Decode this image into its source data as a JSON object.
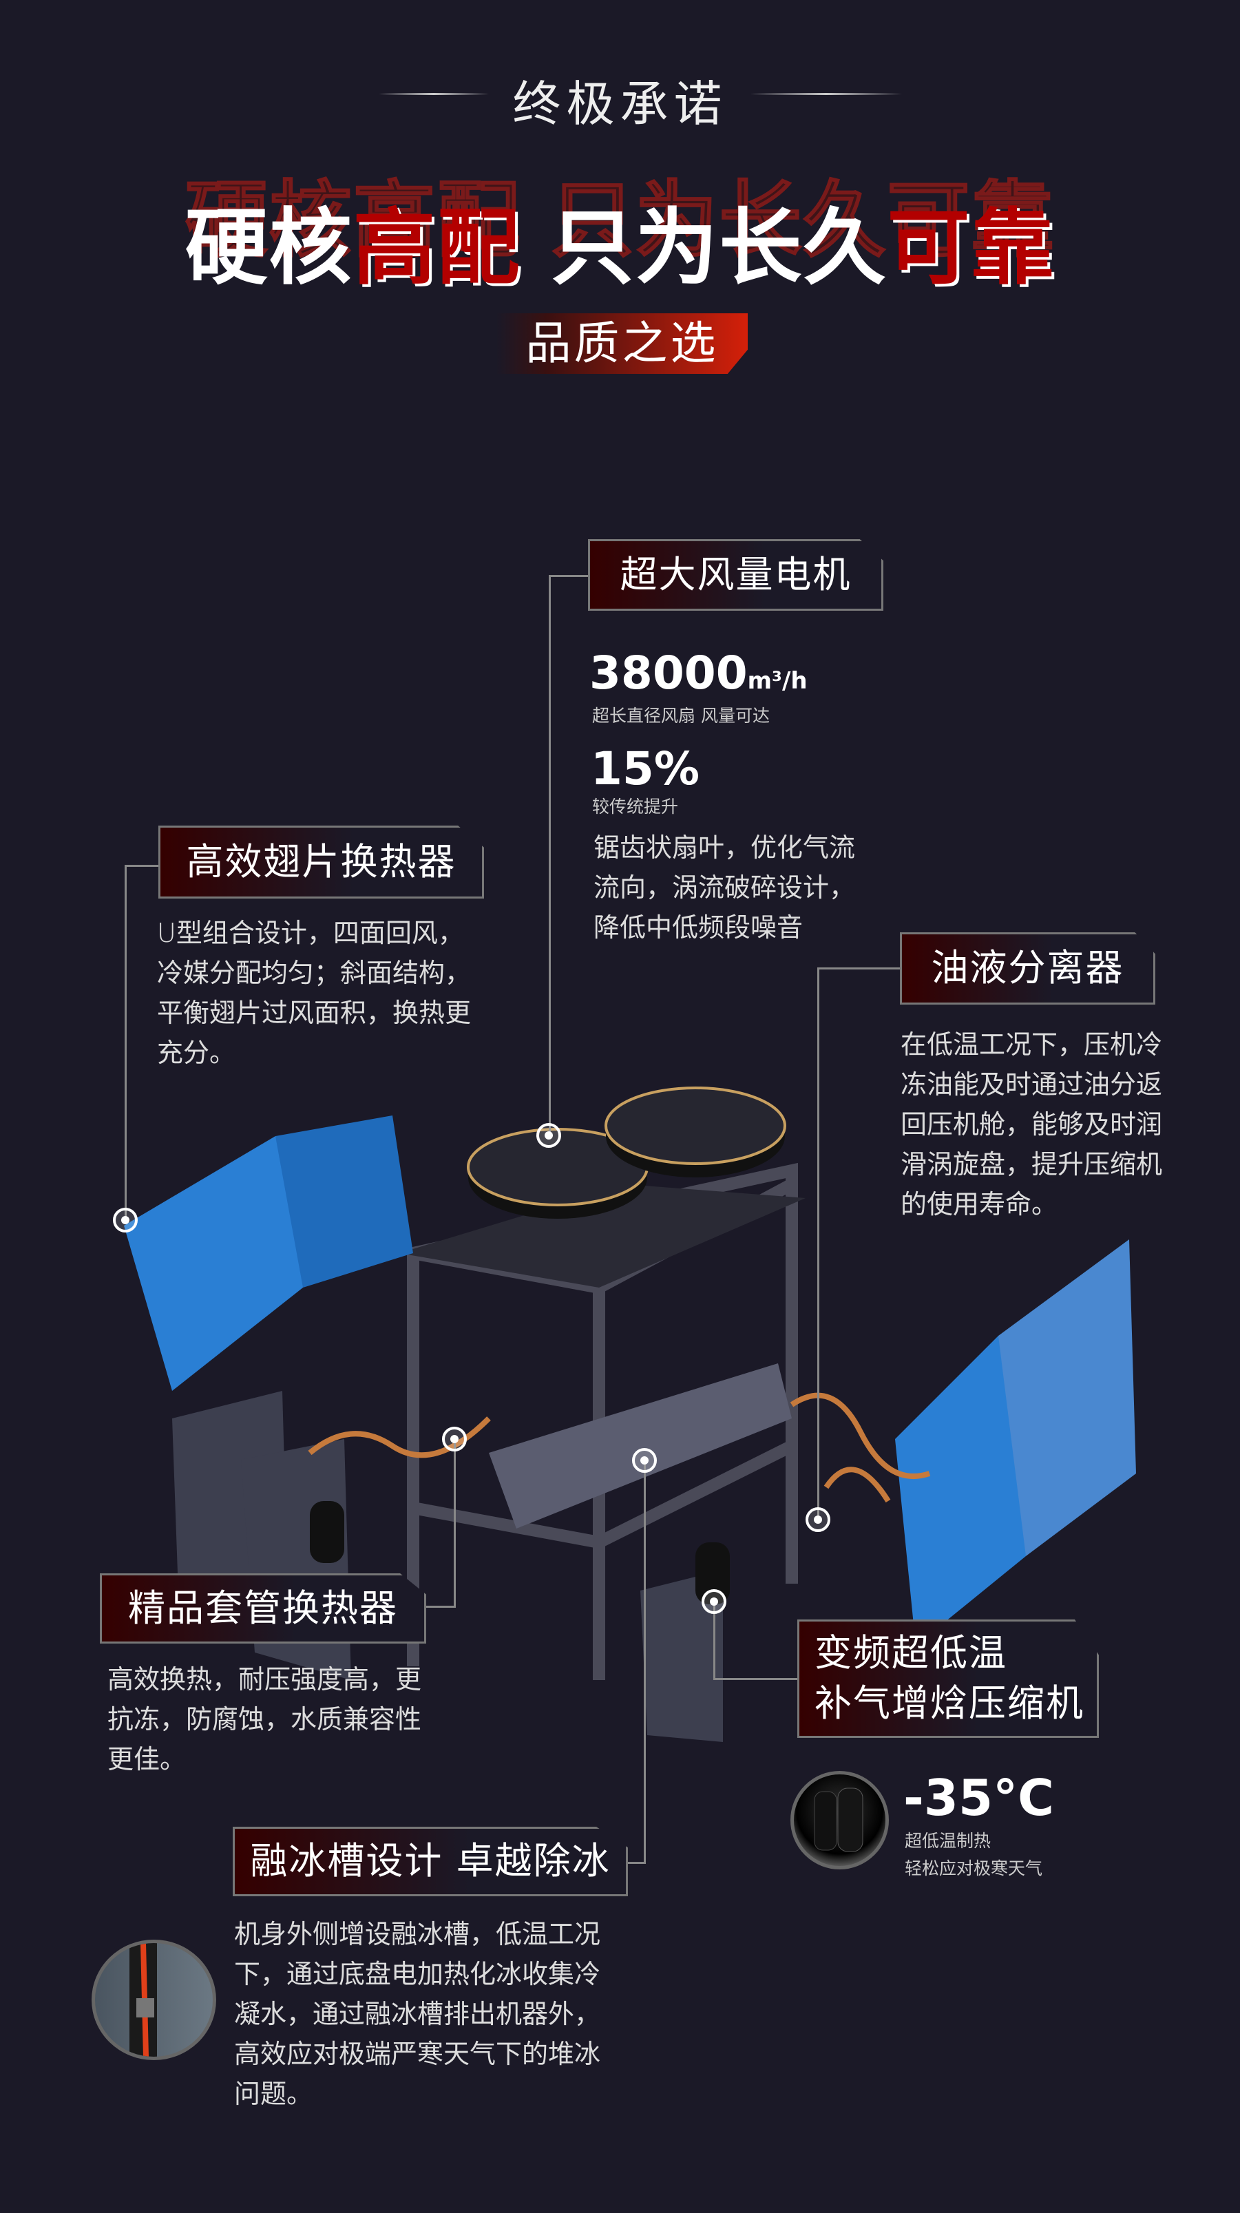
{
  "header": {
    "title": "终极承诺"
  },
  "headline": {
    "part1": "硬核",
    "part2": "高配",
    "part3": " 只为长久",
    "part4": "可靠",
    "ghost": "硬核高配 只为长久可靠"
  },
  "badge": "品质之选",
  "callouts": {
    "motor": {
      "title": "超大风量电机",
      "stat1_value": "38000",
      "stat1_unit": "m³/h",
      "stat1_caption": "超长直径风扇 风量可达",
      "stat2_value": "15%",
      "stat2_caption": "较传统提升",
      "desc": [
        "锯齿状扇叶，优化气流",
        "流向，涡流破碎设计，",
        "降低中低频段噪音"
      ]
    },
    "fin": {
      "title": "高效翅片换热器",
      "desc": [
        "U型组合设计，四面回风，",
        "冷媒分配均匀；斜面结构，",
        "平衡翅片过风面积，换热更",
        "充分。"
      ]
    },
    "oil": {
      "title": "油液分离器",
      "desc": [
        "在低温工况下，压机冷",
        "冻油能及时通过油分返",
        "回压机舱，能够及时润",
        "滑涡旋盘，提升压缩机",
        "的使用寿命。"
      ]
    },
    "tube": {
      "title": "精品套管换热器",
      "desc": [
        "高效换热，耐压强度高，更",
        "抗冻，防腐蚀，水质兼容性",
        "更佳。"
      ]
    },
    "compressor": {
      "title_l1": "变频超低温",
      "title_l2": "补气增焓压缩机",
      "stat_value": "-35°C",
      "caption1": "超低温制热",
      "caption2": "轻松应对极寒天气"
    },
    "ice": {
      "title": "融冰槽设计 卓越除冰",
      "desc": [
        "机身外侧增设融冰槽，低温工况",
        "下，通过底盘电加热化冰收集冷",
        "凝水，通过融冰槽排出机器外，",
        "高效应对极端严寒天气下的堆冰",
        "问题。"
      ]
    }
  },
  "colors": {
    "background": "#1b1927",
    "accent_red": "#b30000",
    "panel_blue": "#2a7fd4"
  }
}
